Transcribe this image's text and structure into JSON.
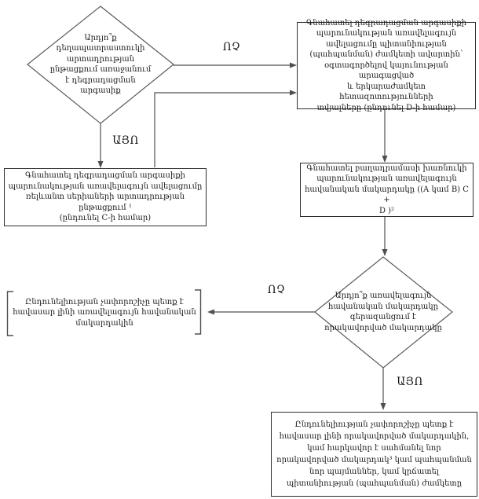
{
  "colors": {
    "background": "#ffffff",
    "line": "#4f4f4f",
    "text": "#1b1b1b",
    "box_border": "#2e2e2e"
  },
  "flowchart": {
    "decision_top": {
      "text": "Արդյո՞ք\nդեղապատրաստուկի\nարտադրության\nընթացքում առաջանում\nէ դեգրադացման\nարգասիք"
    },
    "box_d": {
      "text": "Գնահատել դեգրադացման արգասիքի\nպարունակության առավելագույն\nավելացումը պիտանիության\n(պահպանման) ժամկետի ավարտին՝\nօգտագործելով կայունության արագացված\nև երկարաժամկետ հետազոտությունների\nտվյալները (ընդունել D-ի համար)"
    },
    "box_c": {
      "text": "Գնահատել դեգրադացման արգասիքի\nպարունակության առավելագույն ավելացումը\nռելևանտ սերիաների արտադրության ընթացքում ¹\n(ընդունել C-ի համար)"
    },
    "box_b": {
      "text": "Գնահատել բաղադրամասի խառնուկի\nպարունակության առավելագույն\nհավանական մակարդակը ((A կամ B) C +\nD )²"
    },
    "decision_mid": {
      "text": "Արդյո՞ք առավելագույն\nհավանական մակարդակը\nգերազանցում է\nորակավորված մակարդակը"
    },
    "bracket_note": {
      "text": "Ընդունելիության չափորոշիչը պետք է\nհավասար լինի առավելագույն հավանական\nմակարդակին"
    },
    "box_final": {
      "text": "Ընդունելիության չափորոշիչը պետք է\nհավասար լինի որակավորված մակարդակին,\nկամ հարկավոր է սահմանել նոր\nորակավորված մակարդակ³ կամ պահպանման\nնոր պայմաններ, կամ կրճատել\nպիտանիության (պահպանման) ժամկետը"
    },
    "labels": {
      "no_1": "ՈՉ",
      "yes_1": "ԱՅՈ",
      "no_2": "ՈՉ",
      "yes_2": "ԱՅՈ"
    }
  }
}
